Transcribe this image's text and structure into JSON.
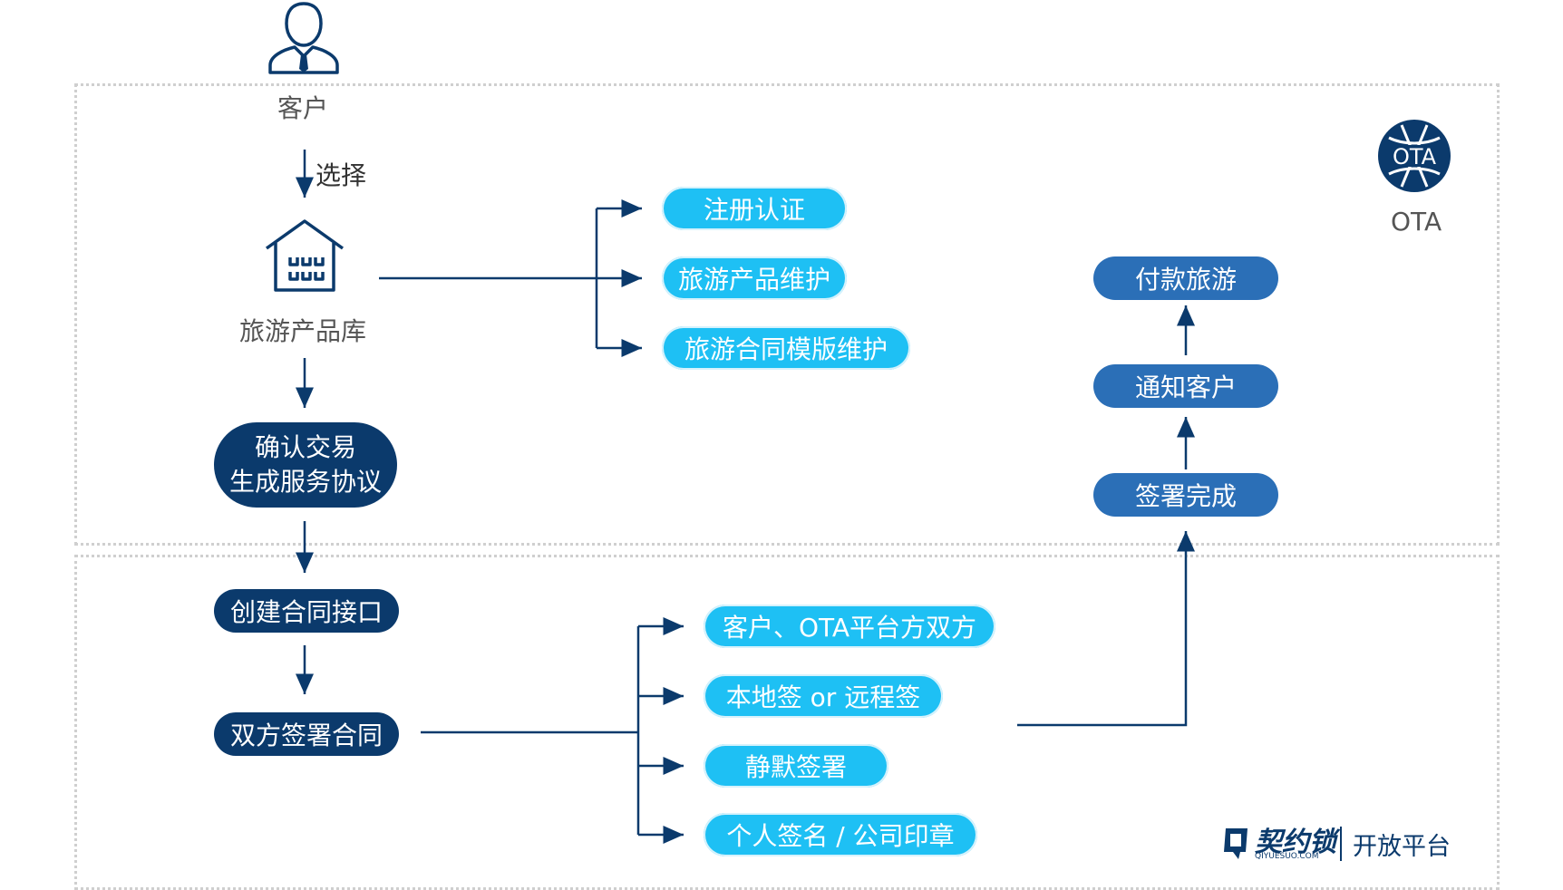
{
  "actors": {
    "customer": "客户",
    "ota": "OTA",
    "ota_badge": "OTA"
  },
  "flow": {
    "select_label": "选择",
    "product_library": "旅游产品库",
    "confirm_line1": "确认交易",
    "confirm_line2": "生成服务协议",
    "create_api": "创建合同接口",
    "sign_contract": "双方签署合同"
  },
  "product_branches": [
    "注册认证",
    "旅游产品维护",
    "旅游合同模版维护"
  ],
  "sign_branches": [
    "客户、OTA平台方双方",
    "本地签 or 远程签",
    "静默签署",
    "个人签名 / 公司印章"
  ],
  "ota_steps": {
    "signed": "签署完成",
    "notify": "通知客户",
    "pay": "付款旅游"
  },
  "brand": {
    "name": "契约锁",
    "sub": "QIYUESUO.COM",
    "platform": "开放平台"
  },
  "colors": {
    "cyan": "#1ec0f4",
    "mid_blue": "#2b6fb7",
    "navy": "#0b3a6c",
    "line": "#0b3a6c"
  }
}
